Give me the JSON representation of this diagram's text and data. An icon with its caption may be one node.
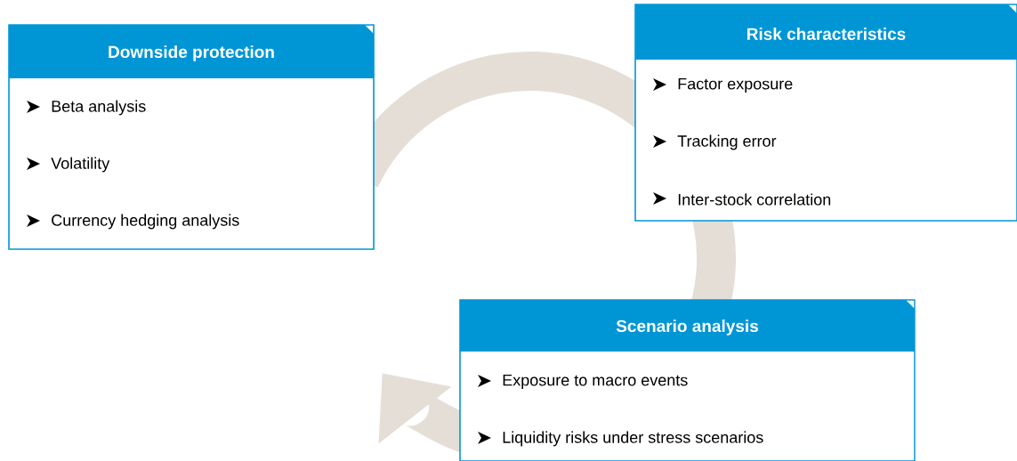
{
  "diagram": {
    "nodes": [
      {
        "text": [
          "Downside protection",
          "Beta analysis",
          "Volatility",
          "Currency hedging analysis"
        ]
      },
      {
        "text": [
          "Risk characteristics",
          "Factor exposure",
          "Tracking error",
          "Inter-stock correlation"
        ]
      },
      {
        "text": [
          "Scenario analysis",
          "Exposure to macro events",
          "Liquidity risks under stress scenarios"
        ]
      }
    ]
  }
}
